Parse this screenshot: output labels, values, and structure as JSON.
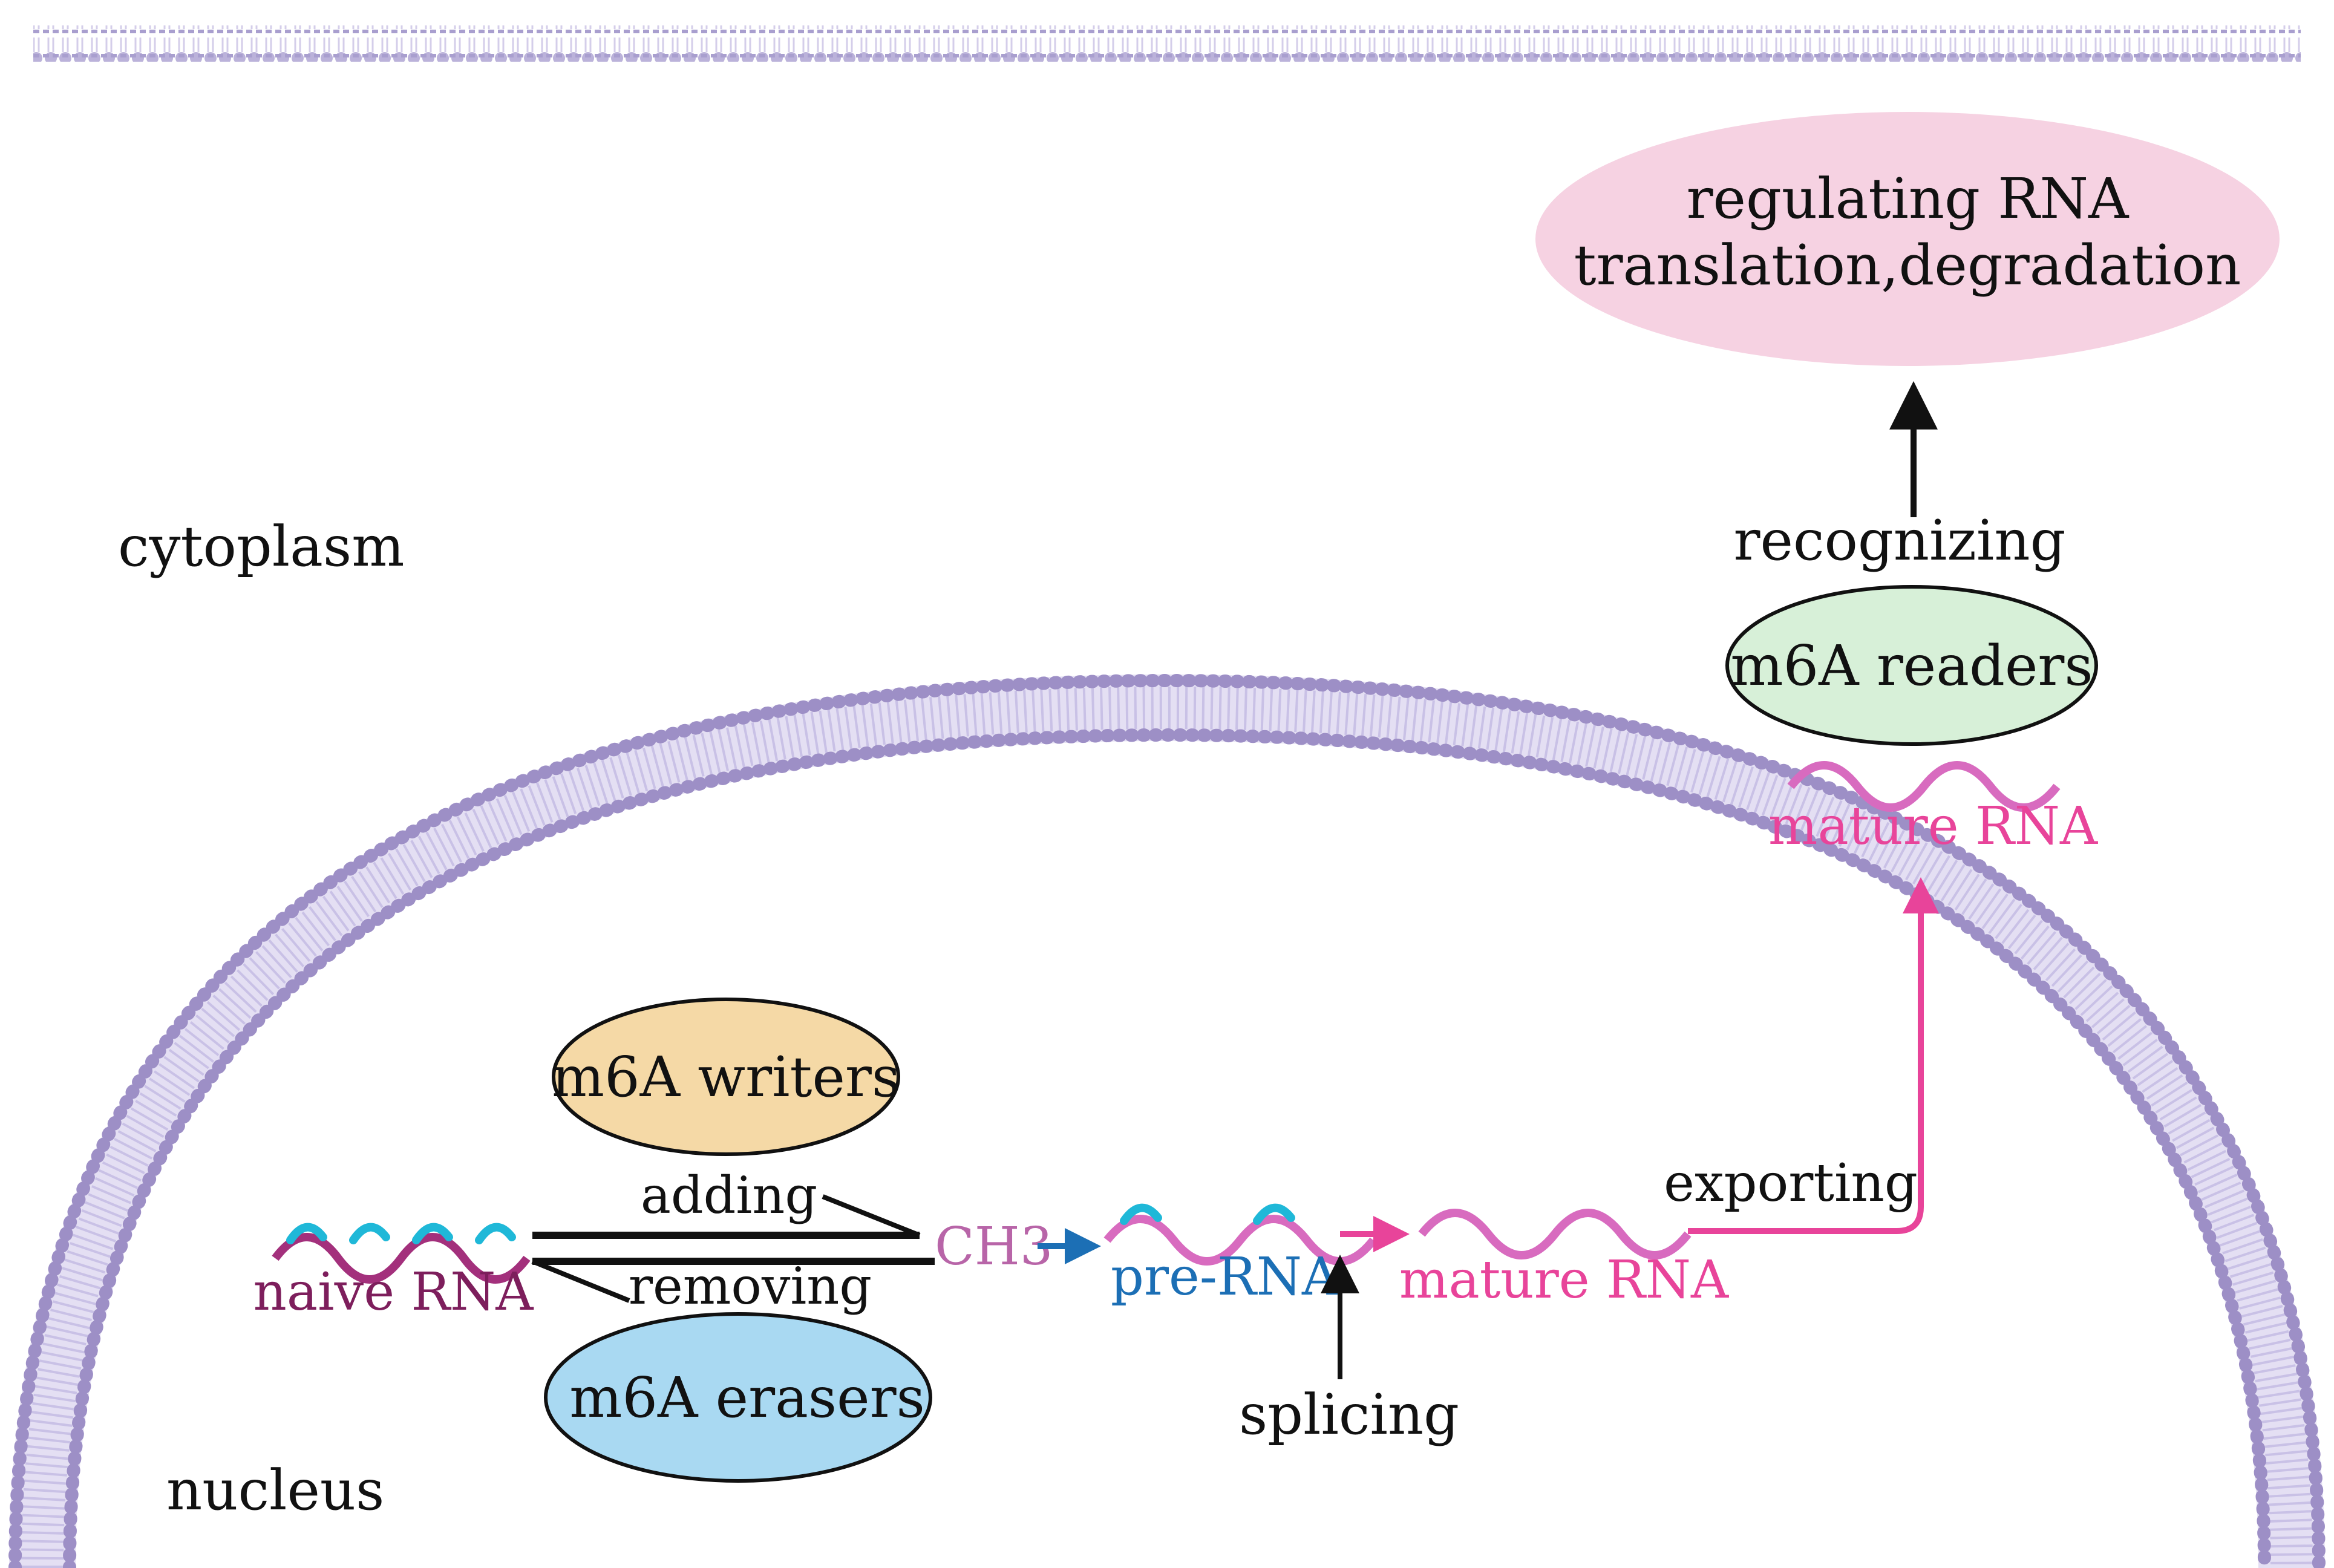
{
  "regions": {
    "cytoplasm": "cytoplasm",
    "nucleus": "nucleus"
  },
  "nodes": {
    "writers": "m6A writers",
    "erasers": "m6A erasers",
    "readers": "m6A readers",
    "outcome_line1": "regulating RNA",
    "outcome_line2": "translation,degradation"
  },
  "rna": {
    "naive": "naive RNA",
    "pre": "pre-RNA",
    "mature_nucleus": "mature RNA",
    "mature_cytoplasm": "mature RNA",
    "methyl": "CH3"
  },
  "steps": {
    "adding": "adding",
    "removing": "removing",
    "splicing": "splicing",
    "exporting": "exporting",
    "recognizing": "recognizing"
  },
  "colors": {
    "membrane": "#9d8fc6",
    "naive_rna": "#7d1e5c",
    "pre_rna": "#1c6fb5",
    "mature_rna": "#e8449a",
    "methyl": "#b865a8",
    "rna_cyan": "#1fb8d8",
    "writers_fill": "#f5d9a6",
    "erasers_fill": "#a9d9f2",
    "readers_fill": "#d7f0d8",
    "outcome_fill": "#f6d2e2"
  }
}
